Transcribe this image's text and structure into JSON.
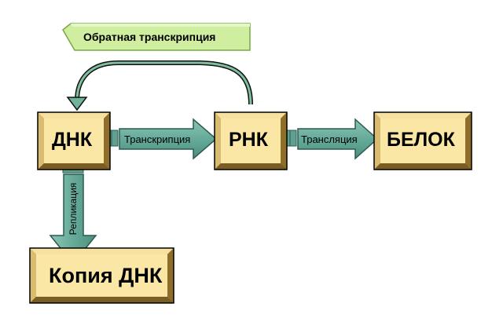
{
  "nodes": {
    "dna": "ДНК",
    "rna": "РНК",
    "protein": "БЕЛОК",
    "dna_copy": "Копия ДНК"
  },
  "processes": {
    "transcription": "Транскрипция",
    "translation": "Трансляция",
    "replication": "Репликация",
    "reverse_transcription": "Обратная транскрипция"
  },
  "colors": {
    "box_fill": "#fbe7a5",
    "box_bevel": "#c9a95a",
    "arrow_fill": "#66aa99",
    "banner_fill": "#cfee9f"
  }
}
